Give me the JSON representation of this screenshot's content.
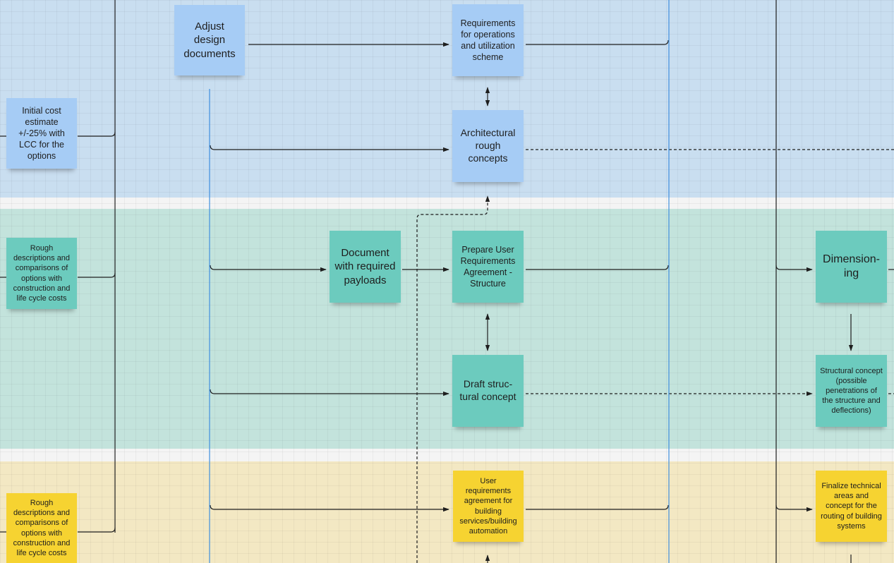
{
  "notes": {
    "adjust_design": "Adjust design documents",
    "requirements_ops": "Requirements for operations and utilization scheme",
    "initial_cost": "Initial cost estimate +/-25% with LCC for the options",
    "arch_rough": "Architectural rough concepts",
    "rough_desc_teal": "Rough descriptions and comparisons of options with construction and life cycle costs",
    "document_payloads": "Document with required payloads",
    "prepare_ura": "Prepare User Requirements Agreement - Structure",
    "dimensioning": "Dimension-ing",
    "draft_structural": "Draft struc-tural concept",
    "structural_concept": "Structural concept (possible penetrations of the structure and deflections)",
    "user_req_building": "User requirements agreement for building services/building automation",
    "finalize_technical": "Finalize technical areas and concept for the routing of building systems",
    "rough_desc_yellow": "Rough descriptions and comparisons of options with construction and life cycle costs"
  },
  "colors": {
    "lane_blue": "#c9def0",
    "lane_teal": "#c3e3dc",
    "lane_yellow": "#f3e8c3",
    "note_blue": "#a6ccf5",
    "note_teal": "#6ccbbe",
    "note_yellow": "#f6d331",
    "divider_blue": "#3f8fde"
  }
}
